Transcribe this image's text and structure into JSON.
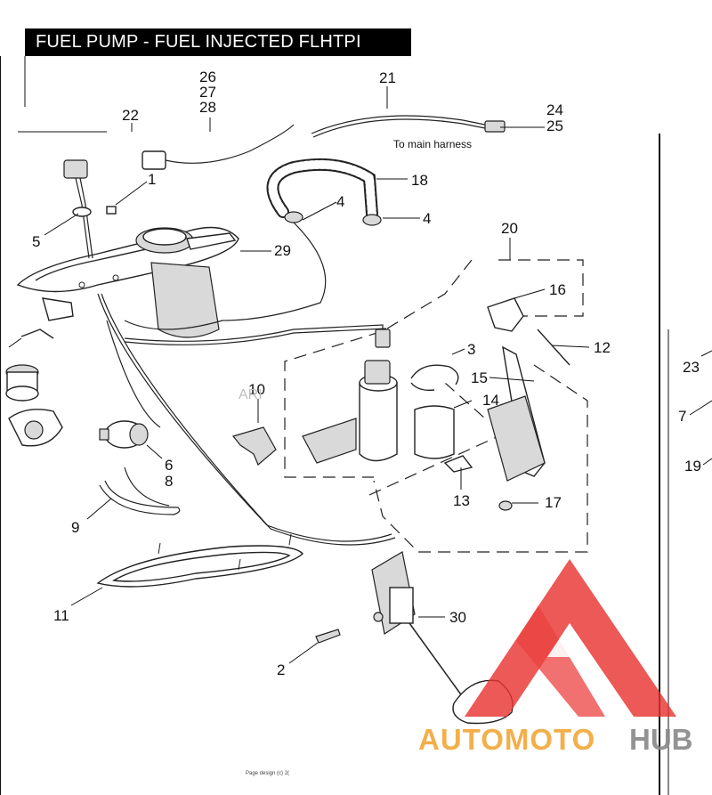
{
  "title": "FUEL PUMP - FUEL INJECTED FLHTPI",
  "callouts": {
    "c1": "1",
    "c2": "2",
    "c3": "3",
    "c4a": "4",
    "c4b": "4",
    "c5": "5",
    "c6": "6",
    "c7": "7",
    "c8": "8",
    "c9": "9",
    "c10": "10",
    "c11": "11",
    "c12": "12",
    "c13": "13",
    "c14": "14",
    "c15": "15",
    "c16": "16",
    "c17": "17",
    "c18": "18",
    "c19": "19",
    "c20": "20",
    "c21": "21",
    "c22": "22",
    "c23": "23",
    "c24": "24",
    "c25": "25",
    "c26": "26",
    "c27": "27",
    "c28": "28",
    "c29": "29",
    "c30": "30"
  },
  "annotation_harness": "To main harness",
  "watermark_brand": {
    "part1": "AUTOMOTO",
    "part2": "HUB"
  },
  "watermark_ghost": "ARI",
  "footer_note": "Page design (c) 2(",
  "colors": {
    "logo_red": "#e8322f",
    "logo_orange": "#f2a93b",
    "logo_gray": "#8a8a8a",
    "title_bg": "#000000"
  }
}
